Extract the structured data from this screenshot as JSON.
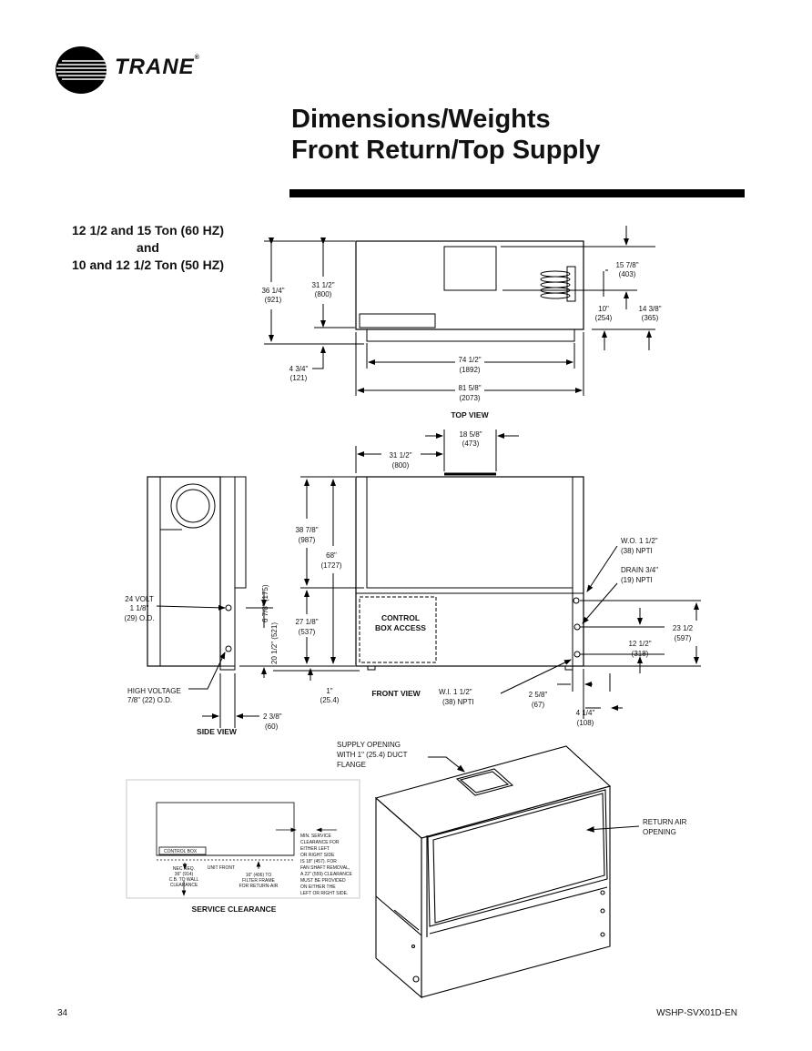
{
  "header": {
    "brand": "TRANE",
    "reg_mark": "®",
    "title_line1": "Dimensions/Weights",
    "title_line2": "Front Return/Top Supply"
  },
  "subheading": {
    "line1": "12 1/2 and 15 Ton (60 HZ)",
    "line2": "and",
    "line3": "10 and 12 1/2 Ton (50 HZ)"
  },
  "top_view": {
    "label": "TOP VIEW",
    "dims": {
      "d36": "36 1/4\"",
      "d36m": "(921)",
      "d31": "31 1/2\"",
      "d31m": "(800)",
      "d4": "4 3/4\"",
      "d4m": "(121)",
      "d74": "74 1/2\"",
      "d74m": "(1892)",
      "d81": "81 5/8\"",
      "d81m": "(2073)",
      "d15": "15 7/8\"",
      "d15m": "(403)",
      "d10": "10\"",
      "d10m": "(254)",
      "d14": "14 3/8\"",
      "d14m": "(365)"
    }
  },
  "front_view": {
    "label": "FRONT VIEW",
    "control_box_line1": "CONTROL",
    "control_box_line2": "BOX ACCESS",
    "dims": {
      "d18": "18 5/8\"",
      "d18m": "(473)",
      "d31": "31 1/2\"",
      "d31m": "(800)",
      "d38": "38 7/8\"",
      "d38m": "(987)",
      "d68": "68\"",
      "d68m": "(1727)",
      "d27": "27 1/8\"",
      "d27m": "(537)",
      "d1": "1\"",
      "d1m": "(25.4)",
      "wo1": "W.O. 1 1/2\"",
      "wo2": "(38) NPTI",
      "dr1": "DRAIN 3/4\"",
      "dr2": "(19) NPTI",
      "wi1": "W.I. 1 1/2\"",
      "wi2": "(38) NPTI",
      "d23": "23 1/2",
      "d23m": "(597)",
      "d12": "12 1/2\"",
      "d12m": "(318)",
      "d2": "2 5/8\"",
      "d2m": "(67)",
      "d4": "4 1/4\"",
      "d4m": "(108)"
    }
  },
  "side_view": {
    "label": "SIDE VIEW",
    "dims": {
      "v24a": "24 VOLT",
      "v24b": "1 1/8\"",
      "v24c": "(29) O.D.",
      "hv1": "HIGH VOLTAGE",
      "hv2": "7/8\" (22) O.D.",
      "d6": "6 7/8\" (175)",
      "d20": "20 1/2\" (521)",
      "d2": "2 3/8\"",
      "d2m": "(60)"
    }
  },
  "isometric": {
    "supply1": "SUPPLY OPENING",
    "supply2": "WITH 1\" (25.4) DUCT",
    "supply3": "FLANGE",
    "return1": "RETURN AIR",
    "return2": "OPENING"
  },
  "service_clearance": {
    "label": "SERVICE CLEARANCE",
    "control_box": "CONTROL BOX",
    "nec1": "NEC REQ.",
    "nec2": "36\" (914)",
    "nec3": "C.B. TO WALL",
    "nec4": "CLEARANCE",
    "unit_front": "UNIT FRONT",
    "f1": "16\" (406) TO",
    "f2": "FILTER FRAME",
    "f3": "FOR RETURN-AIR",
    "n1": "MIN. SERVICE",
    "n2": "CLEARANCE FOR",
    "n3": "EITHER LEFT",
    "n4": "OR RIGHT SIDE",
    "n5": "IS 18\" (457). FOR",
    "n6": "FAN SHAFT REMOVAL,",
    "n7": "A 22\" (559) CLEARANCE",
    "n8": "MUST BE PROVIDED",
    "n9": "ON EITHER THE",
    "n10": "LEFT OR RIGHT SIDE."
  },
  "footer": {
    "page": "34",
    "doc_id": "WSHP-SVX01D-EN"
  }
}
